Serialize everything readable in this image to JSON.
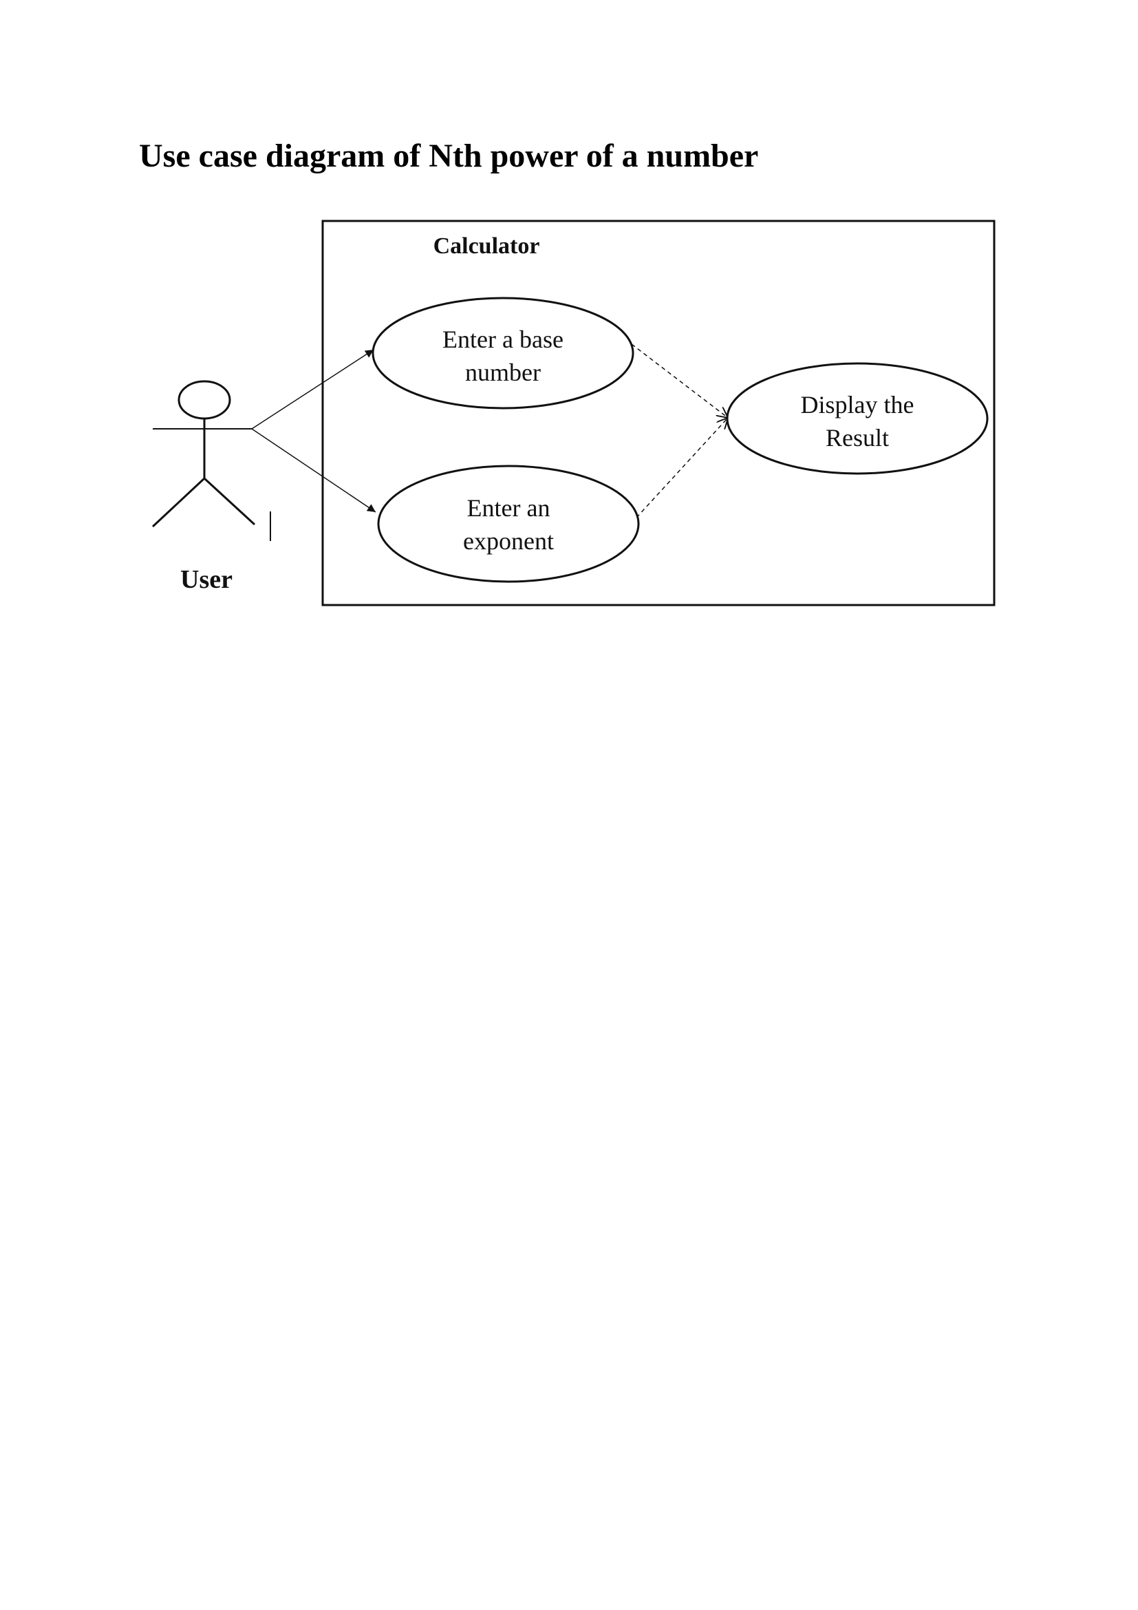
{
  "title": "Use case diagram of Nth power of a number",
  "diagram": {
    "system_boundary": {
      "label": "Calculator"
    },
    "actor": {
      "label": "User"
    },
    "use_cases": {
      "base_number": {
        "line1": "Enter a base",
        "line2": "number"
      },
      "exponent": {
        "line1": "Enter an",
        "line2": "exponent"
      },
      "result": {
        "line1": "Display the",
        "line2": "Result"
      }
    },
    "relationships": [
      {
        "from": "User",
        "to": "Enter a base number",
        "style": "solid-arrow"
      },
      {
        "from": "User",
        "to": "Enter an exponent",
        "style": "solid-arrow"
      },
      {
        "from": "Enter a base number",
        "to": "Display the Result",
        "style": "dashed-arrow"
      },
      {
        "from": "Enter an exponent",
        "to": "Display the Result",
        "style": "dashed-arrow"
      }
    ]
  }
}
